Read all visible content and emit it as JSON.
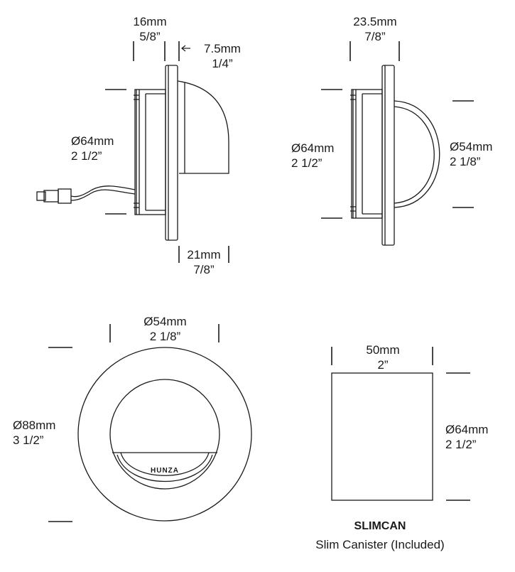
{
  "side_view_1": {
    "flange_width": [
      "16mm",
      "5/8”"
    ],
    "lip_depth": [
      "7.5mm",
      "1/4”"
    ],
    "body_diameter": [
      "Ø64mm",
      "2 1/2”"
    ],
    "hood_depth": [
      "21mm",
      "7/8”"
    ]
  },
  "side_view_2": {
    "overall_depth": [
      "23.5mm",
      "7/8”"
    ],
    "body_diameter": [
      "Ø64mm",
      "2 1/2”"
    ],
    "dome_diameter": [
      "Ø54mm",
      "2 1/8”"
    ]
  },
  "front_view": {
    "inner_diameter": [
      "Ø54mm",
      "2 1/8”"
    ],
    "outer_diameter": [
      "Ø88mm",
      "3 1/2”"
    ],
    "logo_text": "HUNZA"
  },
  "canister": {
    "width": [
      "50mm",
      "2”"
    ],
    "height": [
      "Ø64mm",
      "2 1/2”"
    ],
    "title": "SLIMCAN",
    "subtitle": "Slim Canister (Included)"
  },
  "colors": {
    "line": "#1a1a1a",
    "background": "#ffffff"
  }
}
